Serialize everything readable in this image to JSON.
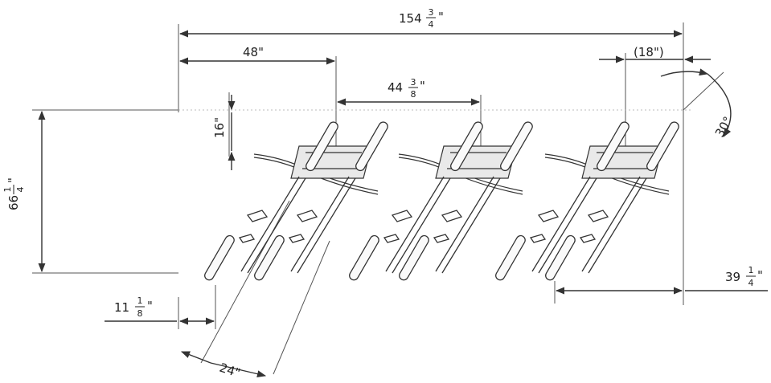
{
  "dimensions": {
    "overall_width": {
      "whole": "154",
      "num": "3",
      "den": "4",
      "unit": "\""
    },
    "first_offset": {
      "label": "48\""
    },
    "pitch": {
      "whole": "44",
      "num": "3",
      "den": "8",
      "unit": "\""
    },
    "right_offset": {
      "label": "(18\")"
    },
    "rise": {
      "label": "16\""
    },
    "depth": {
      "whole": "66",
      "num": "1",
      "den": "4",
      "unit": "\""
    },
    "left_clearance": {
      "whole": "11",
      "num": "1",
      "den": "8",
      "unit": "\""
    },
    "spacing": {
      "label": "24\""
    },
    "right_clearance": {
      "whole": "39",
      "num": "1",
      "den": "4",
      "unit": "\""
    },
    "angle": {
      "label": "30°"
    }
  }
}
